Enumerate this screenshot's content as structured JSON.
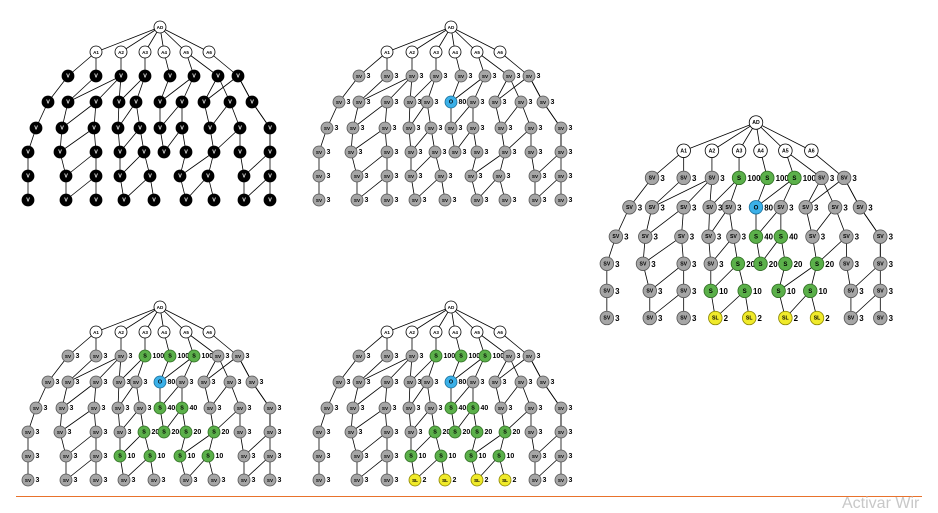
{
  "root_label": "AD",
  "level1_labels": [
    "A1",
    "A2",
    "A3",
    "A4",
    "A5",
    "A6"
  ],
  "node_kinds": {
    "V": {
      "text": "V",
      "fill": "#000000",
      "stroke": "#000000",
      "textColor": "#ffffff"
    },
    "SV": {
      "text": "SV",
      "fill": "#a6a6a6",
      "stroke": "#555555",
      "textColor": "#000000"
    },
    "S": {
      "text": "S",
      "fill": "#5bb04a",
      "stroke": "#2f6d22",
      "textColor": "#000000"
    },
    "O": {
      "text": "O",
      "fill": "#3bb0e8",
      "stroke": "#1a6f99",
      "textColor": "#000000"
    },
    "SL": {
      "text": "SL",
      "fill": "#f0ea2a",
      "stroke": "#8a8500",
      "textColor": "#000000"
    }
  },
  "values": {
    "SV": "3",
    "O": "80",
    "SL": "2"
  },
  "s_values_stage_3": [
    "100",
    "40",
    "20",
    "10"
  ],
  "s_values_stage_4": [
    "100",
    "40",
    "20",
    "10"
  ],
  "s_values_stage_5": [
    "100",
    "40",
    "20",
    "10"
  ],
  "stages": [
    {
      "id": "stage-1-unlabelled"
    },
    {
      "id": "stage-2-sv-values"
    },
    {
      "id": "stage-3-s-values"
    },
    {
      "id": "stage-4-sl-values"
    },
    {
      "id": "stage-5-enlarged"
    }
  ],
  "watermark": "Activar Wir",
  "colors": {
    "rule": "#e8722c",
    "watermark": "#c8c8c8"
  }
}
